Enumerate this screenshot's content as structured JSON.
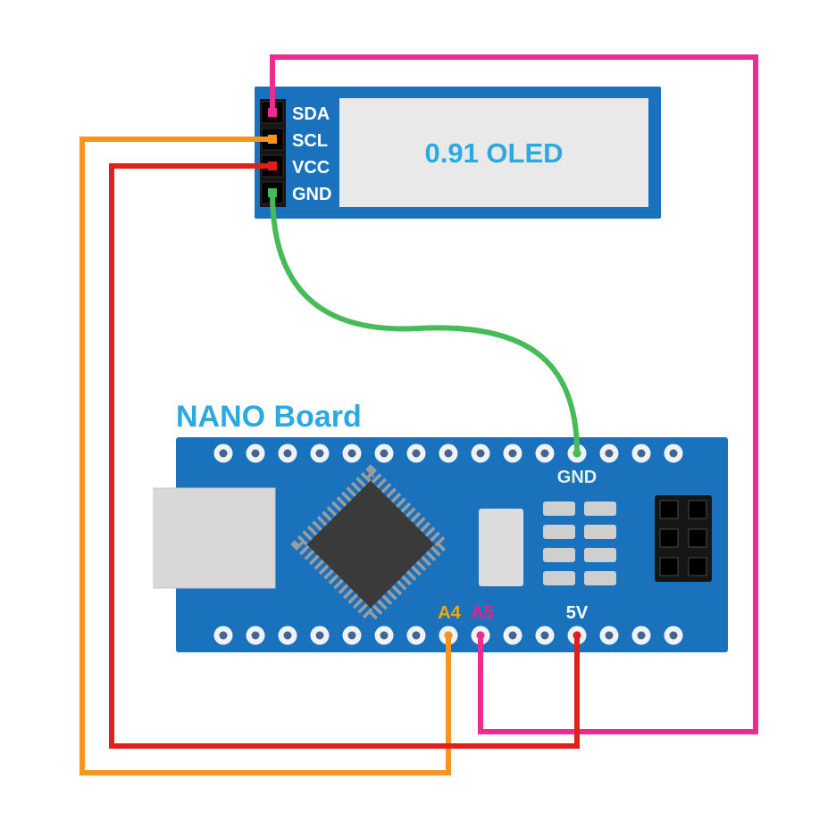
{
  "title": "NANO Board",
  "oled": {
    "screen_label": "0.91 OLED",
    "pins": [
      {
        "label": "SDA",
        "hole_color": "#ed2c92"
      },
      {
        "label": "SCL",
        "hole_color": "#f5941e"
      },
      {
        "label": "VCC",
        "hole_color": "#e1201e"
      },
      {
        "label": "GND",
        "hole_color": "#46bb58"
      }
    ]
  },
  "nano": {
    "labels": [
      {
        "label": "GND",
        "color": "#dff3df"
      },
      {
        "label": "A4",
        "color": "#f5a800"
      },
      {
        "label": "A5",
        "color": "#ec1c8d"
      },
      {
        "label": "5V",
        "color": "#ffffff"
      }
    ]
  },
  "wires": [
    {
      "from": "OLED SDA",
      "to": "NANO A5",
      "color": "#ed2c92"
    },
    {
      "from": "OLED SCL",
      "to": "NANO A4",
      "color": "#f5941e"
    },
    {
      "from": "OLED VCC",
      "to": "NANO 5V",
      "color": "#e1201e"
    },
    {
      "from": "OLED GND",
      "to": "NANO GND",
      "color": "#46bb58"
    }
  ],
  "colors": {
    "pcb_blue": "#1b72bc",
    "accent_blue": "#2da9e1",
    "screen_gray": "#e9e9e9",
    "usb_gray": "#d8d8d8",
    "background": "#ffffff"
  }
}
